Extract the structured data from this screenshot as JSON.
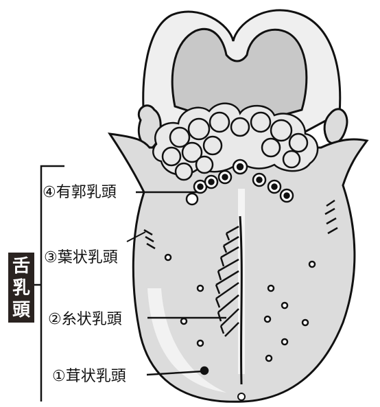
{
  "title": {
    "chars": [
      "舌",
      "乳",
      "頭"
    ]
  },
  "labels": {
    "circumvallate": "④有郭乳頭",
    "foliate": "③葉状乳頭",
    "filiform": "②糸状乳頭",
    "fungiform": "①茸状乳頭"
  },
  "colors": {
    "outline": "#111111",
    "tongue_fill": "#dcdcdc",
    "throat_fill": "#c8c8c8",
    "title_bg": "#2a2320",
    "title_text": "#ffffff"
  }
}
